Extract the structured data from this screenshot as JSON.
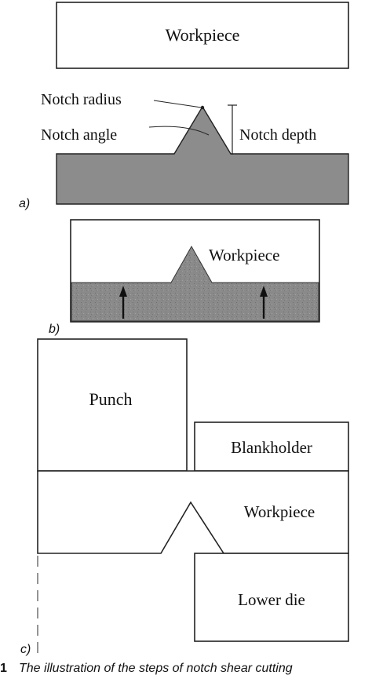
{
  "colors": {
    "stroke": "#222222",
    "fill_dark": "#8c8c8c",
    "fill_light": "#ffffff",
    "text": "#111111"
  },
  "panel_a": {
    "label": "a)",
    "workpiece_label": "Workpiece",
    "notch_radius_label": "Notch radius",
    "notch_angle_label": "Notch angle",
    "notch_depth_label": "Notch depth"
  },
  "panel_b": {
    "label": "b)",
    "workpiece_label": "Workpiece"
  },
  "panel_c": {
    "label": "c)",
    "punch_label": "Punch",
    "blankholder_label": "Blankholder",
    "workpiece_label": "Workpiece",
    "lower_die_label": "Lower die"
  },
  "caption": {
    "number": "1",
    "text": "The illustration of the steps of notch shear cutting"
  }
}
